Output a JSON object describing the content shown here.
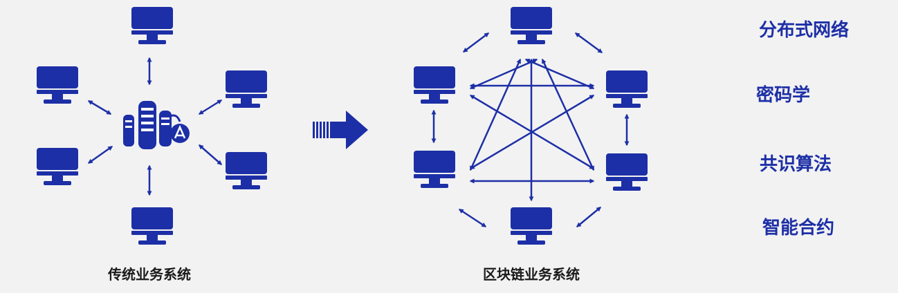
{
  "colors": {
    "primary": "#1d2fa6",
    "background": "#f2f2f2",
    "caption_text": "#1a1a1a"
  },
  "diagram": {
    "traditional": {
      "caption": "传统业务系统",
      "node_icon": "computer-monitor-icon",
      "center_icon": "central-server-icon"
    },
    "transition_icon": "right-arrow-icon",
    "blockchain": {
      "caption": "区块链业务系统",
      "node_icon": "computer-monitor-icon"
    }
  },
  "concepts": [
    {
      "label": "分布式网络"
    },
    {
      "label": "密码学"
    },
    {
      "label": "共识算法"
    },
    {
      "label": "智能合约"
    }
  ]
}
